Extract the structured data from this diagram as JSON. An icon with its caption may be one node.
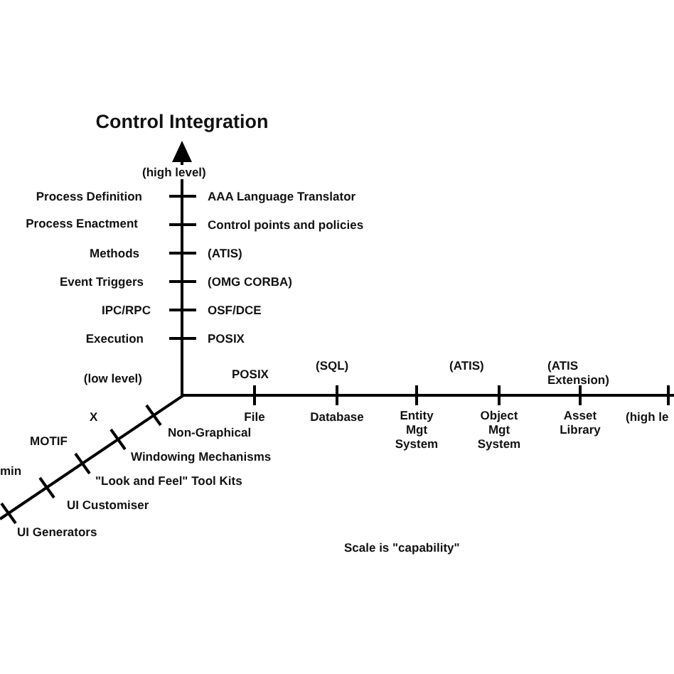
{
  "diagram": {
    "title": "Control Integration",
    "labels": [
      "(high level)",
      "Process Definition",
      "AAA Language Translator",
      "Process Enactment",
      "Control points and policies",
      "Methods",
      "(ATIS)",
      "Event Triggers",
      "(OMG CORBA)",
      "IPC/RPC",
      "OSF/DCE",
      "Execution",
      "POSIX",
      "(ATIS)",
      "(ATIS Extension)",
      "(SQL)",
      "(low level)",
      "POSIX",
      "X",
      "File",
      "Database",
      "Entity Mgt System",
      "Object Mgt System",
      "Asset Library",
      "(high le",
      "Non-Graphical",
      "MOTIF",
      "Windowing Mechanisms",
      "min",
      "\"Look and Feel\" Tool Kits",
      "UI Customiser",
      "UI Generators",
      "Scale is \"capability\""
    ]
  }
}
